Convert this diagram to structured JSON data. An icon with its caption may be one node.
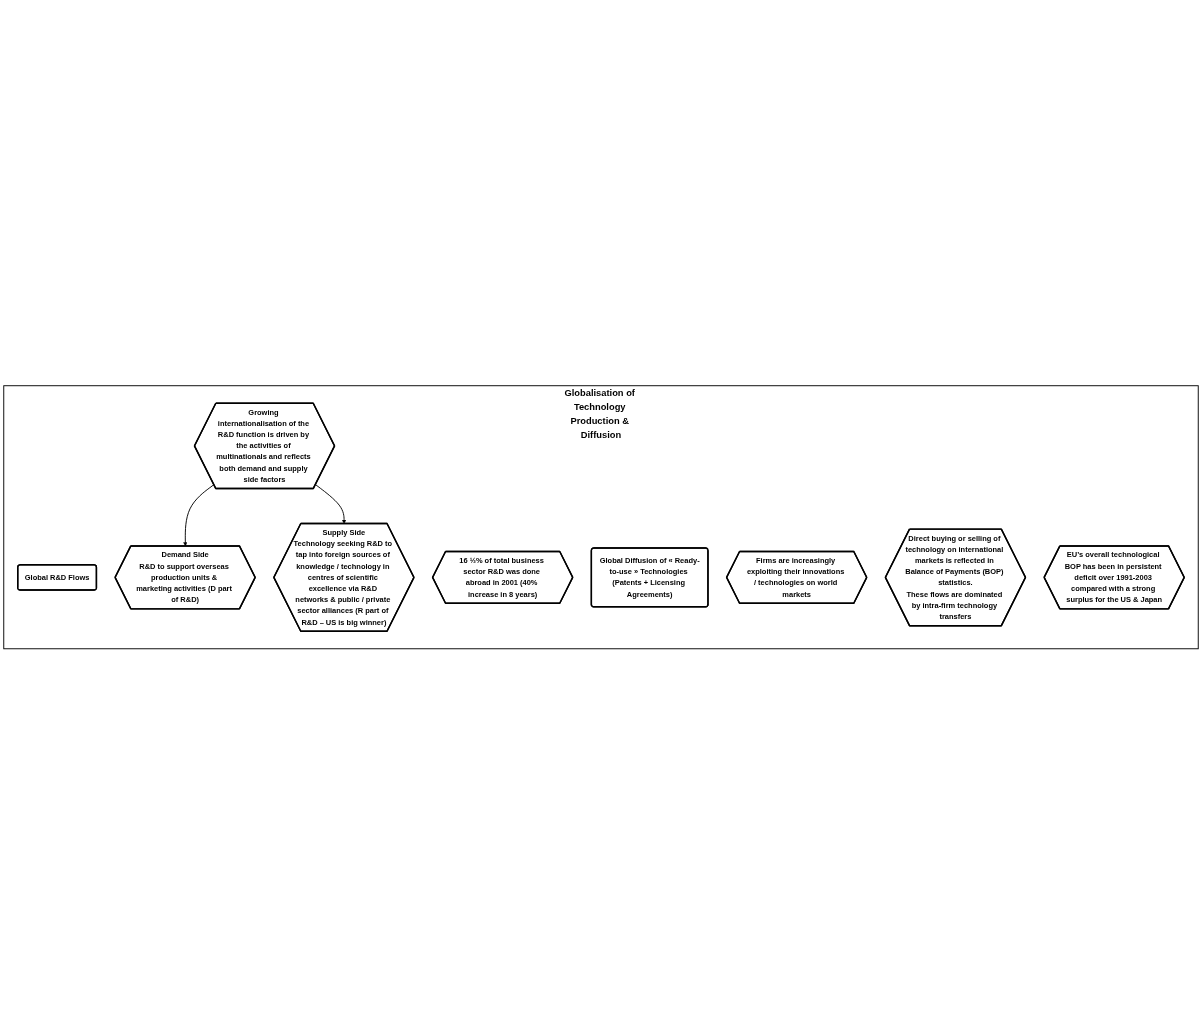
{
  "diagram": {
    "nodes": [
      {
        "text": [
          "Globalisation of Technology Production & Diffusion"
        ]
      },
      {
        "text": [
          "Global R&D Flows"
        ],
        "in": 0
      },
      {
        "text": [
          "16 ½% of total business sector R&D was done abroad in 2001 (40% increase in 8 years)"
        ],
        "in": 0
      },
      {
        "text": [
          "Growing internationalisation of the R&D function is driven by the activities of multinationals and reflects both demand and supply side factors"
        ],
        "in": 0
      },
      {
        "text": [
          "Demand Side",
          "R&D to support overseas production units & marketing activities (D part of R&D)"
        ],
        "in": 0
      },
      {
        "text": [
          "Supply Side",
          "Technology seeking R&D to tap into foreign sources of knowledge / technology in centres of scientific excellence via R&D networks & public / private sector alliances (R part of R&D – US is big winner)"
        ],
        "in": 0
      },
      {
        "text": [
          "Global Diffusion of « Ready-to-use » Technologies (Patents + Licensing Agreements)"
        ],
        "in": 0
      },
      {
        "text": [
          "Firms are increasingly exploiting their innovations / technologies on world markets"
        ],
        "in": 0
      },
      {
        "text": [
          "Direct buying or selling of technology on international markets is reflected in Balance of Payments (BOP) statistics.",
          "These flows are dominated by intra-firm technology transfers"
        ],
        "in": 0
      },
      {
        "text": [
          "EU’s overall technological BOP has been in persistent deficit over 1991-2003 compared with a strong surplus for the US & Japan"
        ],
        "in": 0
      }
    ],
    "edges": [
      {
        "from": 3,
        "to": 4,
        "arrow": "to"
      },
      {
        "from": 3,
        "to": 5,
        "arrow": "to"
      }
    ]
  }
}
